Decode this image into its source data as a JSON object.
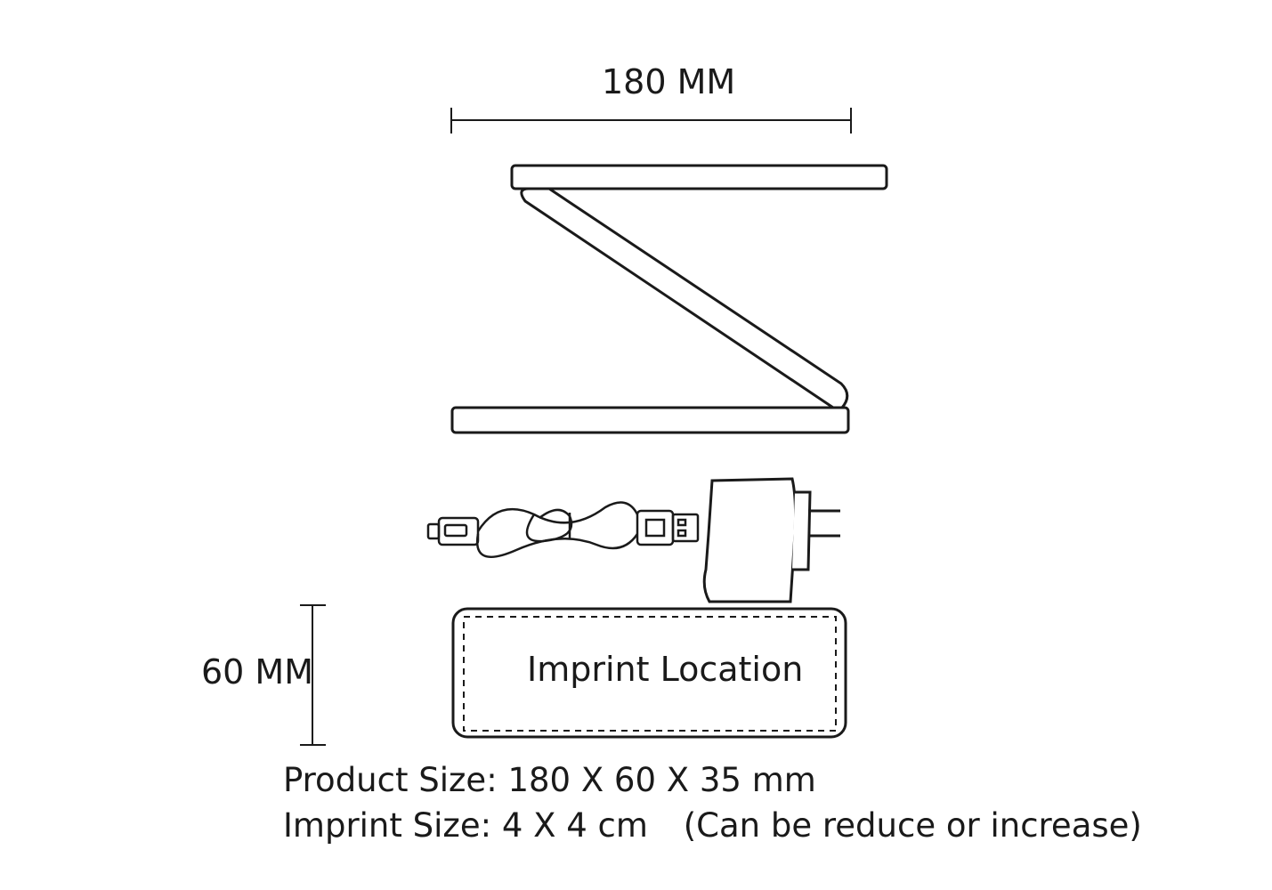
{
  "dimensions": {
    "width_label": "180 MM",
    "height_label": "60 MM"
  },
  "imprint_area": {
    "label": "Imprint Location"
  },
  "specs": {
    "product_key": "Product Size:",
    "product_value": "180 X 60 X 35 mm",
    "imprint_key": "Imprint Size:",
    "imprint_value": "4 X 4 cm",
    "imprint_note": "(Can be reduce or increase)"
  },
  "icons": [
    "folding-stand-icon",
    "usb-cable-icon",
    "wall-adapter-icon"
  ],
  "colors": {
    "line": "#1a1a1a",
    "background": "#ffffff"
  }
}
